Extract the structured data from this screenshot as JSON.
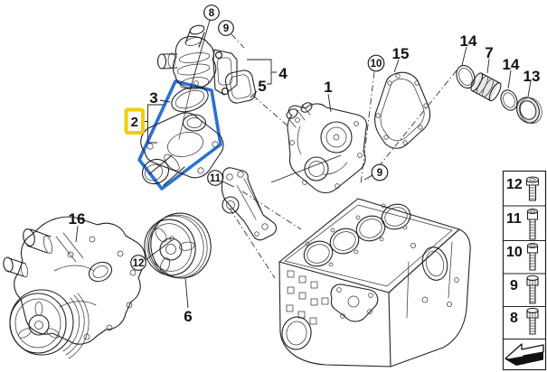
{
  "selection": {
    "color": "#2D70D2",
    "part": "thermostat-with-housing"
  },
  "highlight_box": {
    "label": "2",
    "color": "#F1CC0E"
  },
  "part_labels": [
    {
      "label": "1"
    },
    {
      "label": "3"
    },
    {
      "label": "4"
    },
    {
      "label": "5"
    },
    {
      "label": "6"
    },
    {
      "label": "7"
    },
    {
      "label": "13"
    },
    {
      "label": "14"
    },
    {
      "label": "14"
    },
    {
      "label": "15"
    },
    {
      "label": "16"
    }
  ],
  "fastener_callouts": [
    {
      "label": "8"
    },
    {
      "label": "9"
    },
    {
      "label": "10"
    },
    {
      "label": "9"
    },
    {
      "label": "11"
    },
    {
      "label": "12"
    }
  ],
  "sidebar": {
    "fasteners": [
      {
        "label": "12",
        "icon": "screw-pan-head-icon"
      },
      {
        "label": "11",
        "icon": "bolt-socket-head-icon"
      },
      {
        "label": "10",
        "icon": "bolt-socket-head-icon"
      },
      {
        "label": "9",
        "icon": "bolt-ribbed-head-icon"
      },
      {
        "label": "8",
        "icon": "bolt-ribbed-head-icon"
      }
    ],
    "nav_icon": "back-arrow"
  }
}
